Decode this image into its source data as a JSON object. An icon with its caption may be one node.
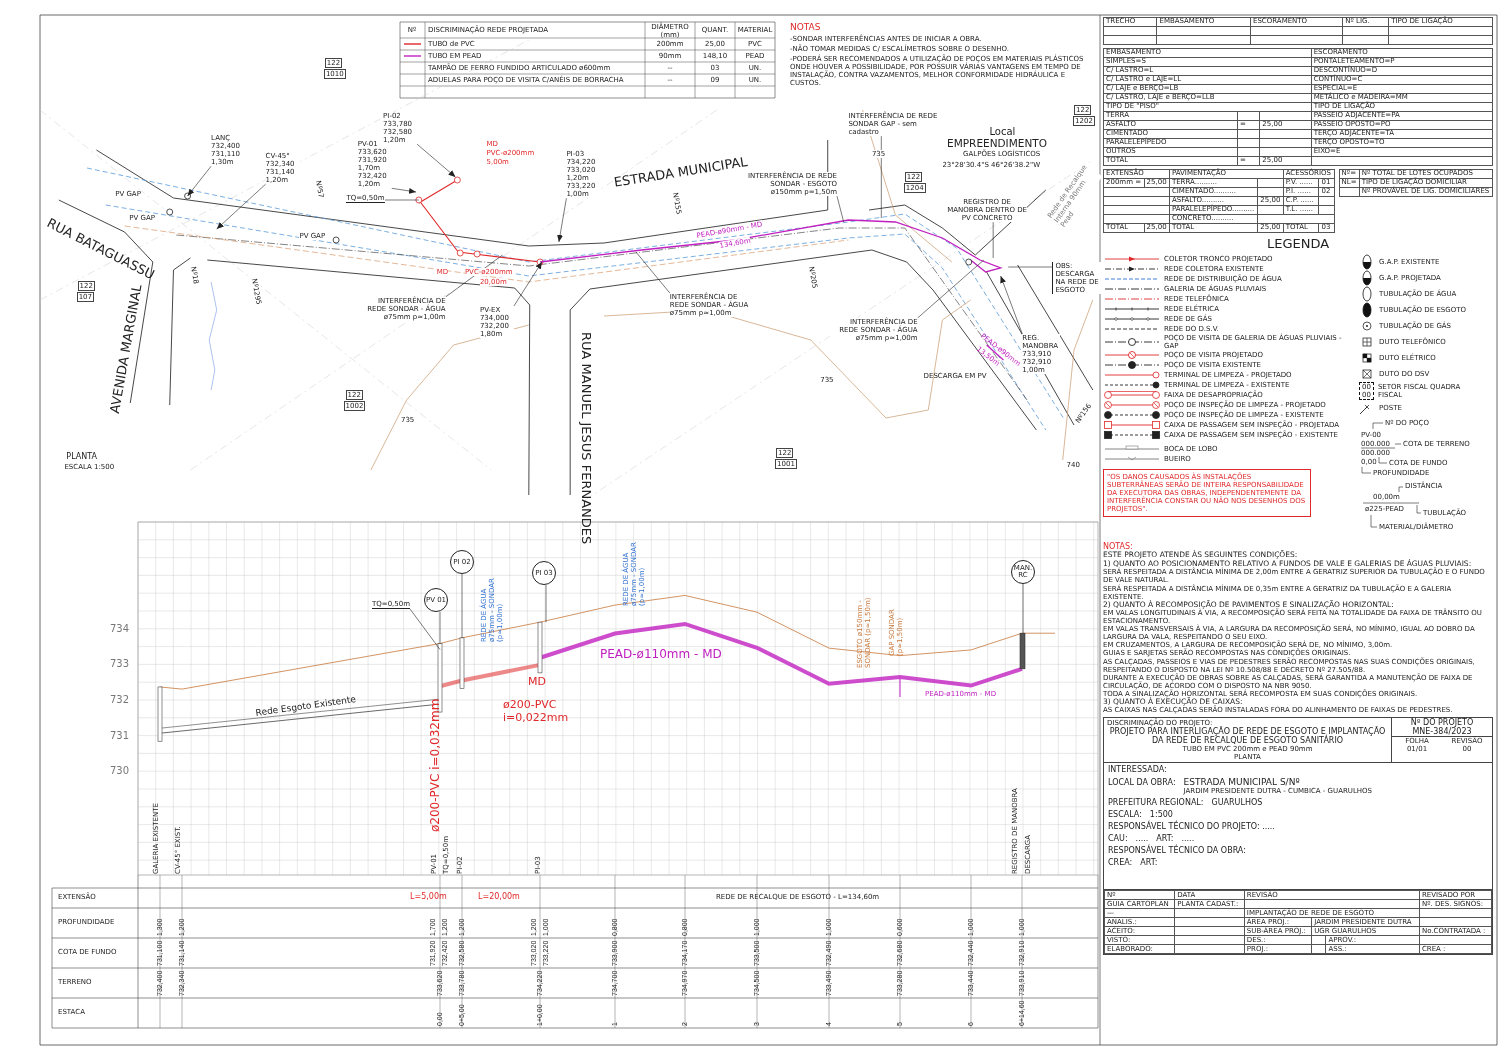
{
  "diagram": {
    "nodes": [
      {
        "text": [
          "LANÇ 732,400 731,110 1,30m"
        ]
      },
      {
        "text": [
          "CV-45° 732,340 731,140 1,20m"
        ]
      },
      {
        "text": [
          "PV-01 733,620 731,920 1,70m 732,420 1,20m"
        ]
      },
      {
        "text": [
          "PI-02 733,780 732,580 1,20m"
        ]
      },
      {
        "text": [
          "TQ=0,50m"
        ]
      },
      {
        "text": [
          "PI-03 734,220 733,020 1,20m 733,220 1,00m"
        ]
      },
      {
        "text": [
          "INTERFERÊNCIA DE REDE SONDAR - ÁGUA ø75mm p≈1,00m"
        ]
      },
      {
        "text": [
          "PV-EX 734,000 732,200 1,80m"
        ]
      },
      {
        "text": [
          "INTERFERÊNCIA DE REDE SONDAR - ÁGUA ø75mm p≈1,00m"
        ]
      },
      {
        "text": [
          "INTERFERÊNCIA DE REDE SONDAR - ESGOTO ø150mm p=1,50m"
        ]
      },
      {
        "text": [
          "INTERFERÊNCIA DE REDE SONDAR GAP - sem cadastro"
        ]
      },
      {
        "text": [
          "REGISTRO DE MANOBRA DENTRO DE PV CONCRETO"
        ]
      },
      {
        "text": [
          "OBS: DESCARGA NA REDE DE ESGOTO"
        ]
      },
      {
        "text": [
          "REG. MANOBRA 733,910 732,910 1,00m"
        ]
      },
      {
        "text": [
          "INTERFERÊNCIA DE REDE SONDAR - ÁGUA ø75mm p≈1,00m"
        ]
      },
      {
        "text": [
          "PI 02"
        ]
      },
      {
        "text": [
          "TQ=0,50m"
        ]
      },
      {
        "text": [
          "PV 01"
        ]
      },
      {
        "text": [
          "PI 03"
        ]
      },
      {
        "text": [
          "MAN. RC"
        ]
      }
    ],
    "edges": [
      {
        "from": 0,
        "to": null,
        "arrow": "to"
      },
      {
        "from": 1,
        "to": null,
        "arrow": "to"
      },
      {
        "from": 2,
        "to": null,
        "arrow": "to"
      },
      {
        "from": 3,
        "to": null,
        "arrow": "to"
      },
      {
        "from": 4,
        "to": null,
        "arrow": "none"
      },
      {
        "from": 5,
        "to": null,
        "arrow": "to"
      },
      {
        "from": 6,
        "to": null,
        "arrow": "none"
      },
      {
        "from": 7,
        "to": null,
        "arrow": "to"
      },
      {
        "from": 8,
        "to": null,
        "arrow": "none"
      },
      {
        "from": 9,
        "to": null,
        "arrow": "none"
      },
      {
        "from": 10,
        "to": null,
        "arrow": "none"
      },
      {
        "from": 11,
        "to": null,
        "arrow": "none"
      },
      {
        "from": 12,
        "to": null,
        "arrow": "none"
      },
      {
        "from": 13,
        "to": null,
        "arrow": "to"
      },
      {
        "from": 14,
        "to": null,
        "arrow": "none"
      },
      {
        "from": 15,
        "to": null,
        "arrow": "none"
      },
      {
        "from": 16,
        "to": null,
        "arrow": "none"
      },
      {
        "from": 17,
        "to": null,
        "arrow": "none"
      },
      {
        "from": 18,
        "to": null,
        "arrow": "none"
      },
      {
        "from": 19,
        "to": null,
        "arrow": "none"
      }
    ],
    "labels": [
      "Nº",
      "DISCRIMINAÇÃO REDE PROJETADA",
      "DIÂMETRO (mm)",
      "QUANT.",
      "MATERIAL",
      "TUBO de PVC",
      "200mm",
      "25,00",
      "PVC",
      "TUBO EM PEAD",
      "90mm",
      "148,10",
      "PEAD",
      "TAMPÃO DE FERRO FUNDIDO ARTICULADO ø600mm",
      "--",
      "03",
      "UN.",
      "ADUELAS PARA POÇO DE VISITA C/ANÉIS DE BORRACHA",
      "--",
      "09",
      "UN.",
      "NOTAS",
      "-SONDAR INTERFERÊNCIAS ANTES DE INICIAR A OBRA.",
      "-NÃO TOMAR MEDIDAS C/ ESCALÍMETROS SOBRE O DESENHO.",
      "-PODERÁ SER RECOMENDADOS A UTILIZAÇÃO DE POÇOS EM MATERIAIS PLÁSTICOS ONDE HOUVER A POSSIBILIDADE, POR POSSUIR VÁRIAS VANTAGENS EM TEMPO DE INSTALAÇÃO, CONTRA VAZAMENTOS, MELHOR CONFORMIDADE HIDRÁULICA E CUSTOS.",
      "TRECHO",
      "EMBASAMENTO",
      "ESCORAMENTO",
      "Nº LIG.",
      "TIPO DE LIGAÇÃO",
      "EMBASAMENTO",
      "ESCORAMENTO",
      "SIMPLES=S",
      "PONTALETEAMENTO=P",
      "C/ LASTRO=L",
      "DESCONTÍNUO=D",
      "C/ LASTRO e LAJE=LL",
      "CONTÍNUO=C",
      "C/ LAJE e BERÇO=LB",
      "ESPECIAL=E",
      "C/ LASTRO, LAJE e BERÇO=LLB",
      "METÁLICO e MADEIRA=MM",
      "TIPO DE \"PISO\"",
      "TIPO DE LIGAÇÃO",
      "TERRA",
      "PASSEIO ADJACENTE=PA",
      "ASFALTO",
      "=",
      "25,00",
      "PASSEIO OPOSTO=PO",
      "CIMENTADO",
      "TERÇO ADJACENTE=TA",
      "PARALELEPÍPEDO",
      "TERÇO OPOSTO=TO",
      "OUTROS",
      "EIXO=E",
      "TOTAL",
      "=",
      "25,00",
      "EXTENSÃO",
      "PAVIMENTAÇÃO",
      "ACESSÓRIOS",
      "200mm =",
      "25,00",
      "TERRA..........",
      "P.V. ......",
      "01",
      "CIMENTADO..........",
      "P.I. ......",
      "02",
      "ASFALTO..........",
      "25,00",
      "C.P. ......",
      "PARALELEPÍPEDO..........",
      "T.L. ......",
      "CONCRETO..........",
      "TOTAL",
      "25,00",
      "TOTAL",
      "25,00",
      "TOTAL",
      "03",
      "Nº=",
      "Nº TOTAL DE LOTES OCUPADOS",
      "NL=",
      "TIPO DE LIGAÇÃO DOMICILIAR",
      "Nº PROVÁVEL DE LIG. DOMICILIARES",
      "LEGENDA",
      "00",
      "00",
      "\"OS DANOS CAUSADOS ÀS INSTALAÇÕES SUBTERRÂNEAS SERÃO DE INTEIRA RESPONSABILIDADE DA EXECUTORA DAS OBRAS, INDEPENDENTEMENTE DA INTERFERÊNCIA CONSTAR OU NÃO NOS DESENHOS DOS PROJETOS\".",
      "Nº DO POÇO",
      "PV-00",
      "000.000",
      "COTA DE TERRENO",
      "000.000",
      "0,00",
      "COTA DE FUNDO",
      "PROFUNDIDADE",
      "DISTÂNCIA",
      "00,00m",
      "ø225-PEAD",
      "TUBULAÇÃO",
      "MATERIAL/DIÂMETRO",
      "NOTAS:",
      "ESTE PROJETO ATENDE ÀS SEGUINTES CONDIÇÕES:",
      "1) QUANTO AO POSICIONAMENTO RELATIVO A FUNDOS DE VALE E GALERIAS DE ÁGUAS PLUVIAIS:",
      "SERÁ RESPEITADA A DISTÂNCIA MÍNIMA DE 2,00m ENTRE A GERATRIZ SUPERIOR DA TUBULAÇÃO E O FUNDO DE VALE NATURAL.",
      "SERÁ RESPEITADA A DISTÂNCIA MÍNIMA DE 0,35m ENTRE A GERATRIZ DA TUBULAÇÃO E A GALERIA EXISTENTE.",
      "2) QUANTO À RECOMPOSIÇÃO DE PAVIMENTOS E SINALIZAÇÃO HORIZONTAL:",
      "EM VALAS LONGITUDINAIS À VIA, A RECOMPOSIÇÃO SERÁ FEITA NA TOTALIDADE DA FAIXA DE TRÂNSITO OU ESTACIONAMENTO.",
      "EM VALAS TRANSVERSAIS À VIA, A LARGURA DA RECOMPOSIÇÃO SERÁ, NO MÍNIMO, IGUAL AO DOBRO DA LARGURA DA VALA, RESPEITANDO O SEU EIXO.",
      "EM CRUZAMENTOS, A LARGURA DE RECOMPOSIÇÃO SERÁ DE, NO MÍNIMO, 3,00m.",
      "GUIAS E SARJETAS SERÃO RECOMPOSTAS NAS CONDIÇÕES ORIGINAIS.",
      "AS CALÇADAS, PASSEIOS E VIAS DE PEDESTRES SERÃO RECOMPOSTAS NAS SUAS CONDIÇÕES ORIGINAIS, RESPEITANDO O DISPOSTO NA LEI Nº 10.508/88 E DECRETO Nº 27.505/88.",
      "DURANTE A EXECUÇÃO DE OBRAS SOBRE AS CALÇADAS, SERÁ GARANTIDA A MANUTENÇÃO DE FAIXA DE CIRCULAÇÃO, DE ACORDO COM O DISPOSTO NA NBR 9050.",
      "TODA A SINALIZAÇÃO HORIZONTAL SERÁ RECOMPOSTA EM SUAS CONDIÇÕES ORIGINAIS.",
      "3) QUANTO À EXECUÇÃO DE CAIXAS:",
      "AS CAIXAS NAS CALÇADAS SERÃO INSTALADAS FORA DO ALINHAMENTO DE FAIXAS DE PEDESTRES.",
      "DISCRIMINAÇÃO DO PROJETO:",
      "PROJETO PARA INTERLIGAÇÃO DE REDE DE ESGOTO E IMPLANTAÇÃO DA REDE DE RECALQUE DE ESGOTO SANITÁRIO",
      "TUBO EM PVC 200mm e PEAD 90mm",
      "PLANTA",
      "Nº DO PROJETO",
      "MNE-384/2023",
      "FOLHA",
      "REVISÃO",
      "01/01",
      "00",
      "INTERESSADA:",
      "LOCAL DA OBRA:",
      "ESTRADA MUNICIPAL S/Nº",
      "JARDIM PRESIDENTE DUTRA - CUMBICA - GUARULHOS",
      "PREFEITURA REGIONAL:",
      "GUARULHOS",
      "ESCALA:",
      "1:500",
      "RESPONSÁVEL TÉCNICO DO PROJETO: .....",
      "CAU:",
      ".....",
      "ART:",
      ".....",
      "RESPONSÁVEL TÉCNICO DA OBRA:",
      "CREA:",
      "ART:",
      "Nº",
      "DATA",
      "REVISÃO",
      "REVISADO POR",
      "GUIA CARTOPLAN",
      "PLANTA CADAST.:",
      "Nº. DES. SIGNOS:",
      "—",
      "IMPLANTAÇÃO DE REDE DE ESGOTO",
      "ANALIS.:",
      "ÁREA PROJ.:",
      "JARDIM PRESIDENTE DUTRA",
      "ACEITO:",
      "SUB-ÁREA PROJ.:",
      "UGR GUARULHOS",
      "No.CONTRATADA :",
      "VISTO:",
      "DES.:",
      "APROV.:",
      "ELABORADO:",
      "PROJ.:",
      "ASS.:",
      "CREA :",
      "RUA BATAGUASSU",
      "AVENIDA MARGINAL",
      "ESTRADA MUNICIPAL",
      "RUA MANUEL JESUS FERNANDES",
      "PLANTA",
      "ESCALA 1:500",
      "Local",
      "EMPREENDIMENTO",
      "GALPÕES LOGÍSTICOS",
      "23°28'30.4\"S 46°26'38.2\"W",
      "122",
      "1010",
      "122",
      "107",
      "122",
      "1002",
      "122",
      "1001",
      "122",
      "1204",
      "122",
      "1202",
      "735",
      "735",
      "735",
      "740",
      "MD",
      "PVC-ø200mm",
      "5,00m",
      "MD",
      "PVC-ø200mm",
      "20,00m",
      "PEAD-ø90mm - MD",
      "134,60m",
      "PEAD-ø90mm",
      "13,50m",
      "DESCARGA EM PV",
      "Rede de Recalque Interna 90mm Pead",
      "Nº57",
      "Nº18",
      "Nº1295",
      "Nº155",
      "Nº205",
      "Nº156",
      "PV GAP",
      "PV GAP",
      "PV GAP",
      "734",
      "733",
      "732",
      "731",
      "730",
      "Rede Esgoto Existente",
      "ø200-PVC i=0,032mm",
      "ø200-PVC i=0,022mm",
      "MD",
      "PEAD-ø110mm - MD",
      "PEAD-ø110mm - MD",
      "REDE DE ÁGUA ø75mm - SONDAR (p≈1,00m)",
      "REDE DE ÁGUA ø75mm - SONDAR (p≈1,00m)",
      "ESGOTO ø150mm - SONDAR (p≈1,50m)",
      "GAP SONDAR (p≈1,50m)",
      "GALERIA EXISTENTE",
      "CV-45° EXIST.",
      "PV-01",
      "TQ=0,50m",
      "PI-02",
      "PI-03",
      "REGISTRO DE MANOBRA",
      "DESCARGA",
      "EXTENSÃO",
      "L=5,00m",
      "L=20,00m",
      "REDE DE RECALQUE DE ESGOTO - L=134,60m",
      "PROFUNDIDADE",
      "1,300",
      "1,200",
      "1,700",
      "1,200",
      "1,200",
      "1,200",
      "1,000",
      "0,800",
      "0,800",
      "1,000",
      "1,000",
      "0,600",
      "1,000",
      "1,000",
      "COTA DE FUNDO",
      "731,100",
      "731,140",
      "731,920",
      "732,420",
      "732,580",
      "733,020",
      "733,220",
      "733,900",
      "734,170",
      "733,500",
      "732,490",
      "732,680",
      "732,440",
      "732,910",
      "TERRENO",
      "732,400",
      "732,340",
      "733,620",
      "733,780",
      "734,220",
      "734,700",
      "734,970",
      "734,500",
      "733,490",
      "733,280",
      "733,440",
      "733,910",
      "ESTACA",
      "0,00",
      "0+5,00",
      "1+0,00",
      "1",
      "2",
      "3",
      "4",
      "5",
      "6",
      "6+14,60"
    ],
    "legend": [
      {
        "text": "COLETOR TRONCO PROJETADO"
      },
      {
        "text": "REDE COLETORA EXISTENTE"
      },
      {
        "text": "REDE DE DISTRIBUIÇÃO DE ÁGUA"
      },
      {
        "text": "GALERIA DE ÁGUAS PLUVIAIS"
      },
      {
        "text": "REDE TELEFÔNICA"
      },
      {
        "text": "REDE ELÉTRICA"
      },
      {
        "text": "REDE DE GÁS"
      },
      {
        "text": "REDE DO D.S.V."
      },
      {
        "text": "POÇO DE VISITA DE GALERIA DE ÁGUAS PLUVIAIS - GAP"
      },
      {
        "text": "POÇO DE VISITA PROJETADO"
      },
      {
        "text": "POÇO DE VISITA EXISTENTE"
      },
      {
        "text": "TERMINAL DE LIMPEZA - PROJETADO"
      },
      {
        "text": "TERMINAL DE LIMPEZA - EXISTENTE"
      },
      {
        "text": "FAIXA DE DESAPROPRIAÇÃO"
      },
      {
        "text": "POÇO DE INSPEÇÃO DE LIMPEZA - PROJETADO"
      },
      {
        "text": "POÇO DE INSPEÇÃO DE LIMPEZA - EXISTENTE"
      },
      {
        "text": "CAIXA DE PASSAGEM SEM INSPEÇÃO - PROJETADA"
      },
      {
        "text": "CAIXA DE PASSAGEM SEM INSPEÇÃO - EXISTENTE"
      },
      {
        "text": "BOCA DE LOBO"
      },
      {
        "text": "BUEIRO"
      },
      {
        "text": "G.A.P. EXISTENTE"
      },
      {
        "text": "G.A.P. PROJETADA"
      },
      {
        "text": "TUBULAÇÃO DE ÁGUA"
      },
      {
        "text": "TUBULAÇÃO DE ESGOTO"
      },
      {
        "text": "TUBULAÇÃO DE GÁS"
      },
      {
        "text": "DUTO TELEFÔNICO"
      },
      {
        "text": "DUTO ELÉTRICO"
      },
      {
        "text": "DUTO DO DSV"
      },
      {
        "text": "SETOR FISCAL QUADRA FISCAL"
      },
      {
        "text": "POSTE"
      }
    ]
  }
}
